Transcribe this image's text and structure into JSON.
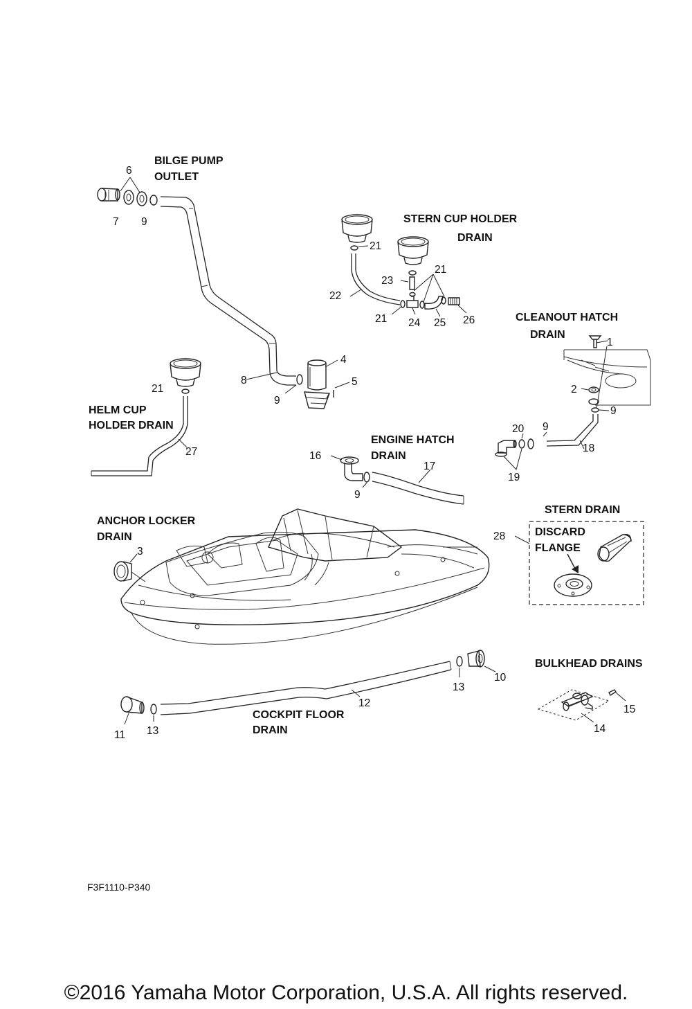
{
  "labels": {
    "bilge_pump_outlet": [
      "BILGE PUMP",
      "OUTLET"
    ],
    "stern_cup_holder_drain": [
      "STERN CUP HOLDER",
      "DRAIN"
    ],
    "cleanout_hatch_drain": [
      "CLEANOUT HATCH",
      "DRAIN"
    ],
    "helm_cup_holder_drain": [
      "HELM CUP",
      "HOLDER DRAIN"
    ],
    "engine_hatch_drain": [
      "ENGINE  HATCH",
      "DRAIN"
    ],
    "anchor_locker_drain": [
      "ANCHOR LOCKER",
      "DRAIN"
    ],
    "stern_drain": "STERN DRAIN",
    "discard_flange": [
      "DISCARD",
      "FLANGE"
    ],
    "bulkhead_drains": "BULKHEAD DRAINS",
    "cockpit_floor_drain": [
      "COCKPIT FLOOR",
      "DRAIN"
    ]
  },
  "part_numbers": {
    "p6": "6",
    "p7": "7",
    "p9a": "9",
    "p8": "8",
    "p9b": "9",
    "p4": "4",
    "p5": "5",
    "p21a": "21",
    "p21b": "21",
    "p21c": "21",
    "p21d": "21",
    "p22": "22",
    "p23": "23",
    "p24": "24",
    "p25": "25",
    "p26": "26",
    "p1": "1",
    "p2": "2",
    "p9c": "9",
    "p20": "20",
    "p9d": "9",
    "p18": "18",
    "p19": "19",
    "p27": "27",
    "p16": "16",
    "p17": "17",
    "p9e": "9",
    "p3": "3",
    "p28": "28",
    "p10": "10",
    "p13a": "13",
    "p12": "12",
    "p11": "11",
    "p13b": "13",
    "p15": "15",
    "p14": "14"
  },
  "diagram_code": "F3F1110-P340",
  "copyright": "©2016 Yamaha Motor Corporation, U.S.A. All rights reserved."
}
